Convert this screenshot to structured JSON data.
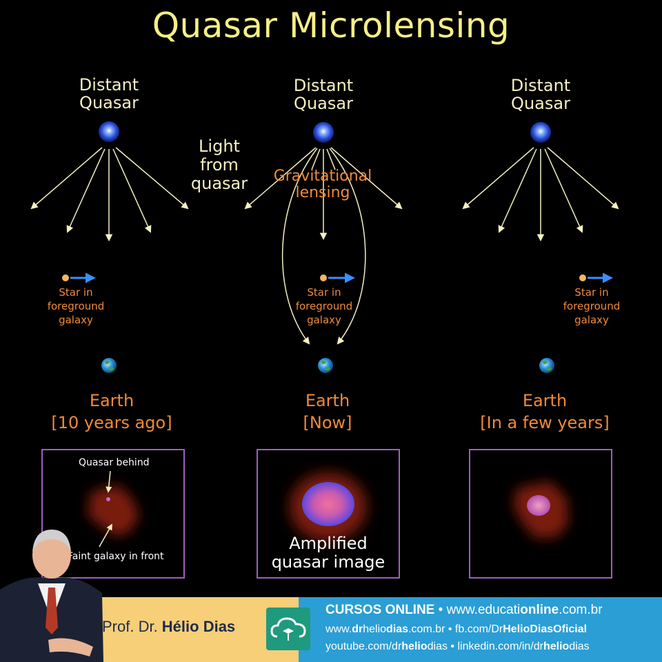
{
  "title": "Quasar Microlensing",
  "columns": [
    {
      "quasar_label_1": "Distant",
      "quasar_label_2": "Quasar",
      "star_label_1": "Star in",
      "star_label_2": "foreground",
      "star_label_3": "galaxy",
      "earth_label_1": "Earth",
      "earth_label_2": "[10 years ago]"
    },
    {
      "quasar_label_1": "Distant",
      "quasar_label_2": "Quasar",
      "star_label_1": "Star in",
      "star_label_2": "foreground",
      "star_label_3": "galaxy",
      "earth_label_1": "Earth",
      "earth_label_2": "[Now]"
    },
    {
      "quasar_label_1": "Distant",
      "quasar_label_2": "Quasar",
      "star_label_1": "Star in",
      "star_label_2": "foreground",
      "star_label_3": "galaxy",
      "earth_label_1": "Earth",
      "earth_label_2": "[In a few years]"
    }
  ],
  "light_label_1": "Light",
  "light_label_2": "from",
  "light_label_3": "quasar",
  "lensing_label_1": "Gravitational",
  "lensing_label_2": "lensing",
  "panel1": {
    "quasar_behind": "Quasar behind",
    "faint_galaxy": "Faint galaxy in front"
  },
  "panel2": {
    "amplified_1": "Amplified",
    "amplified_2": "quasar image"
  },
  "footer": {
    "prof_prefix": "Prof. Dr. ",
    "prof_name": "Hélio Dias",
    "line1_a": "CURSOS ONLINE",
    "line1_b": " • www.educati",
    "line1_c": "online",
    "line1_d": ".com.br",
    "line2_a": "www.",
    "line2_b": "dr",
    "line2_c": "helio",
    "line2_d": "dias",
    "line2_e": ".com.br • fb.com/Dr",
    "line2_f": "HelioDiasOficial",
    "line3_a": "youtube.com/dr",
    "line3_b": "helio",
    "line3_c": "dias • linkedin.com/in/dr",
    "line3_d": "helio",
    "line3_e": "dias"
  },
  "colors": {
    "title": "#f7ef86",
    "orange_text": "#f08a3a",
    "arrow": "#f5f0c0",
    "star_arrow": "#3a8fff",
    "panel_border": "#9d5fc0",
    "footer_left": "#f6cf78",
    "footer_right": "#2a9ed5"
  }
}
